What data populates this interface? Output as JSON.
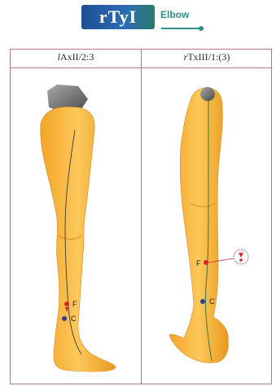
{
  "header": {
    "badge": "rTyI",
    "subtitle": "Elbow"
  },
  "columns": [
    {
      "prefix": "l",
      "title_rest": "AxII/2:3"
    },
    {
      "prefix": "r",
      "title_rest": "TxIII/1:(3)"
    }
  ],
  "left_figure": {
    "points": [
      {
        "label": "F",
        "color": "#d8262b"
      },
      {
        "label": "C",
        "color": "#2d3f8f"
      }
    ]
  },
  "right_figure": {
    "points": [
      {
        "label": "F",
        "color": "#d8262b"
      },
      {
        "label": "C",
        "color": "#2d3f8f"
      }
    ]
  },
  "colors": {
    "limb_fill": "#f6b73c",
    "limb_shade": "#e59a1e",
    "joint_gray": "#7d7d80",
    "meridian_line": "#3a3a3a",
    "accent_teal": "#2f8f84"
  }
}
